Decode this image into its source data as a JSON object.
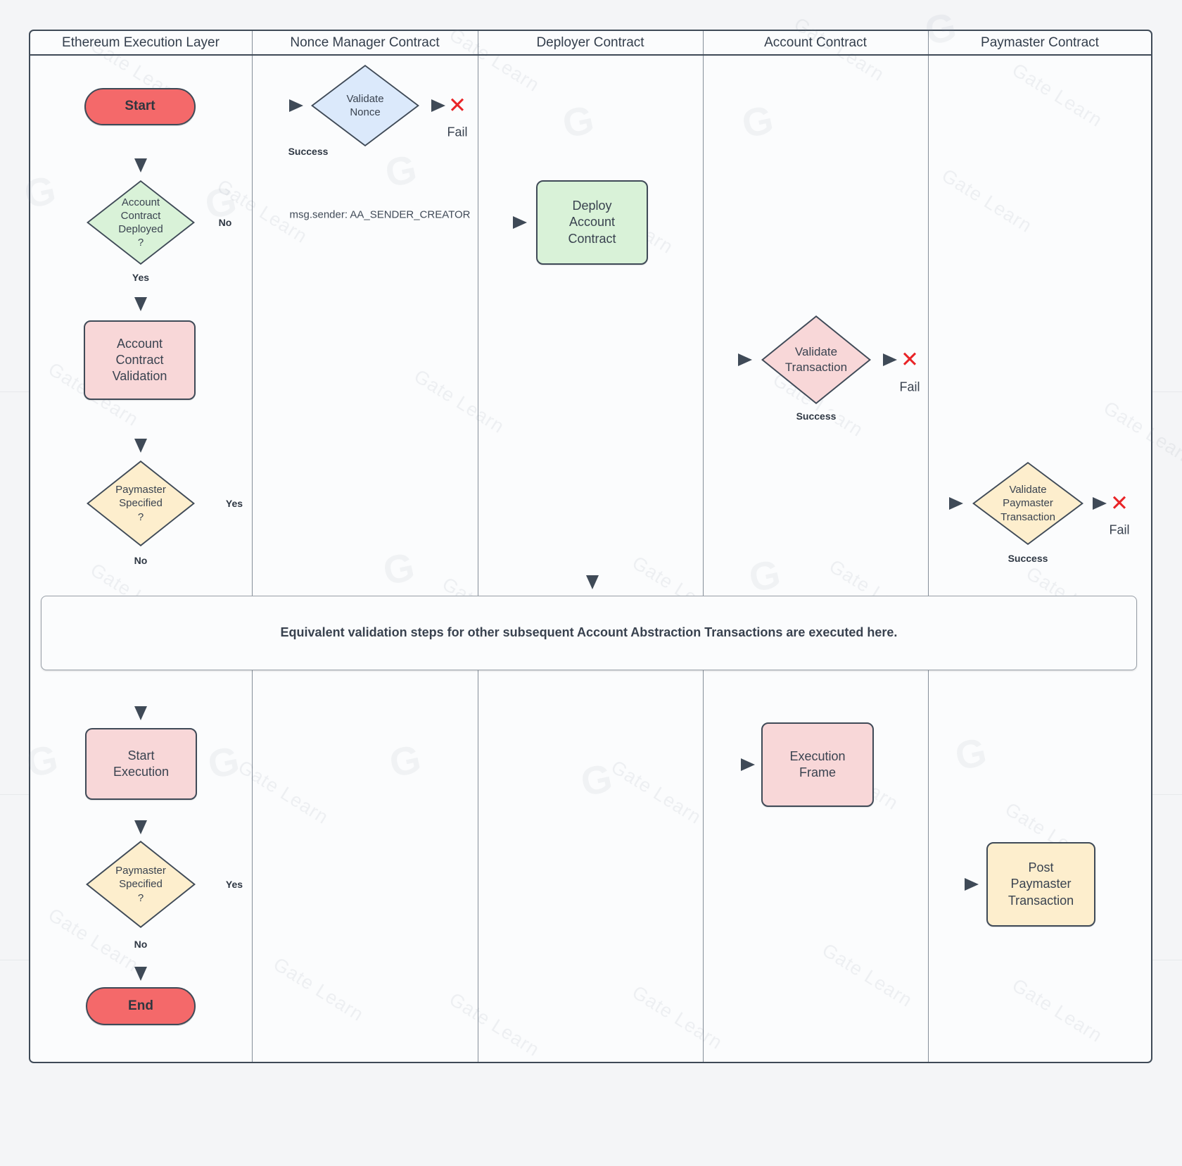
{
  "watermark": "Gate Learn",
  "lanes": [
    {
      "label": "Ethereum Execution Layer"
    },
    {
      "label": "Nonce Manager Contract"
    },
    {
      "label": "Deployer Contract"
    },
    {
      "label": "Account Contract"
    },
    {
      "label": "Paymaster Contract"
    }
  ],
  "nodes": {
    "start": "Start",
    "validate_nonce": "Validate\nNonce",
    "account_deployed": "Account\nContract\nDeployed\n?",
    "deploy_account": "Deploy\nAccount\nContract",
    "account_validation": "Account\nContract\nValidation",
    "validate_tx": "Validate\nTransaction",
    "paymaster_specified": "Paymaster\nSpecified\n?",
    "validate_paymaster": "Validate\nPaymaster\nTransaction",
    "note": "Equivalent validation steps for other subsequent Account Abstraction Transactions are executed here.",
    "start_execution": "Start\nExecution",
    "execution_frame": "Execution\nFrame",
    "paymaster_specified_2": "Paymaster\nSpecified\n?",
    "post_paymaster": "Post\nPaymaster\nTransaction",
    "end": "End"
  },
  "edge_labels": {
    "success": "Success",
    "yes": "Yes",
    "no": "No",
    "fail": "Fail",
    "x": "✕",
    "msg_sender": "msg.sender: AA_SENDER_CREATOR"
  },
  "colors": {
    "red": "#f4696a",
    "blue": "#dbe9fb",
    "green": "#d9f2d8",
    "pink": "#f8d7d8",
    "tan": "#fdeecd",
    "stroke": "#3f4a57",
    "x": "#e92427"
  }
}
